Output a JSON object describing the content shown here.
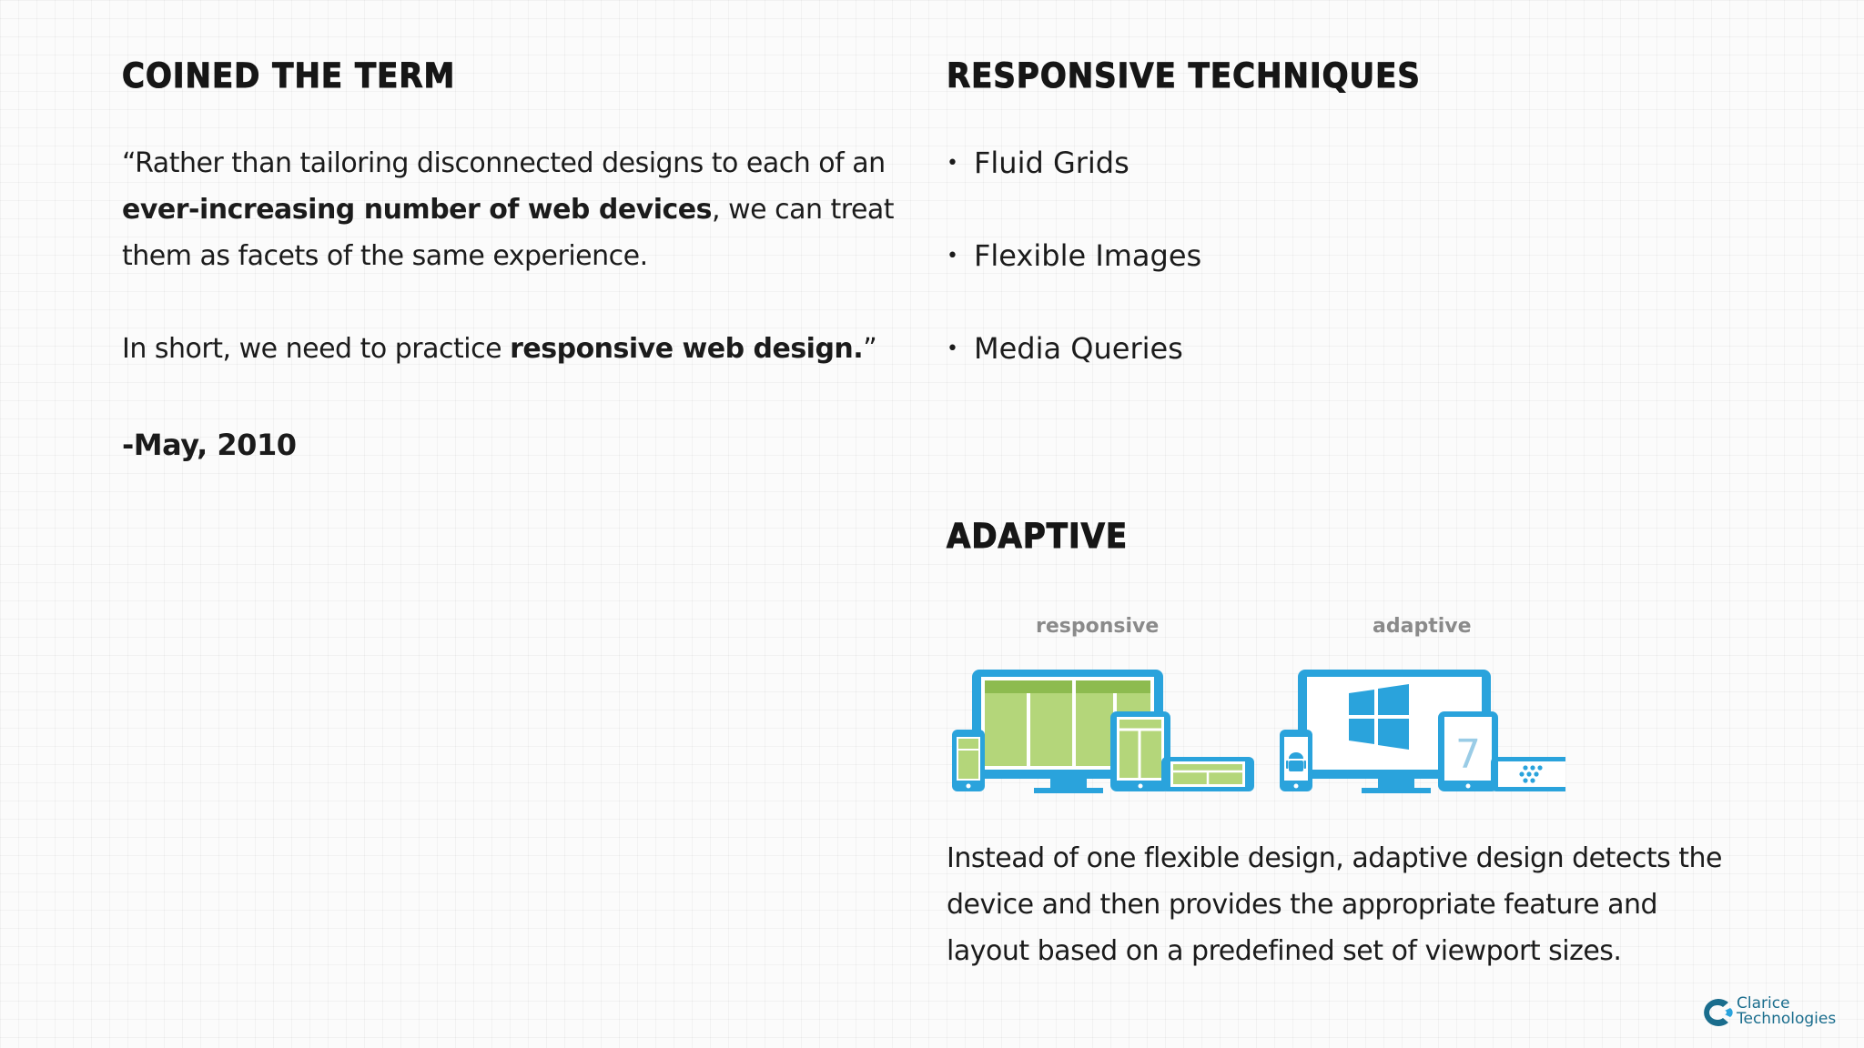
{
  "left": {
    "heading": "Coined the term",
    "quote": {
      "part1": "“Rather than tailoring disconnected designs to each of an ",
      "bold1": "ever-increasing number of web devices",
      "part2": ", we can treat them as facets of the same experience."
    },
    "short": {
      "part1": "In short, we need to practice ",
      "bold1": "responsive web design.",
      "part2": "”"
    },
    "date": "-May, 2010"
  },
  "right": {
    "heading": "Responsive techniques",
    "techniques": [
      {
        "bullet": "•",
        "label": "Fluid Grids"
      },
      {
        "bullet": "•",
        "label": "Flexible Images"
      },
      {
        "bullet": "•",
        "label": "Media Queries"
      }
    ],
    "adaptive_heading": "Adaptive",
    "figure": {
      "responsive_label": "responsive",
      "adaptive_label": "adaptive",
      "tablet_numeral": "7"
    },
    "adaptive_text": "Instead of one flexible design, adaptive design detects the device and then provides the appropriate feature and layout based on a predefined set of viewport sizes."
  },
  "logo": {
    "line1": "Clarice",
    "line2": "Technologies"
  },
  "colors": {
    "device_blue": "#2aa3dc",
    "screen_green": "#b4d67a",
    "label_gray": "#8a8a8a",
    "logo_blue": "#1a6d8d"
  }
}
